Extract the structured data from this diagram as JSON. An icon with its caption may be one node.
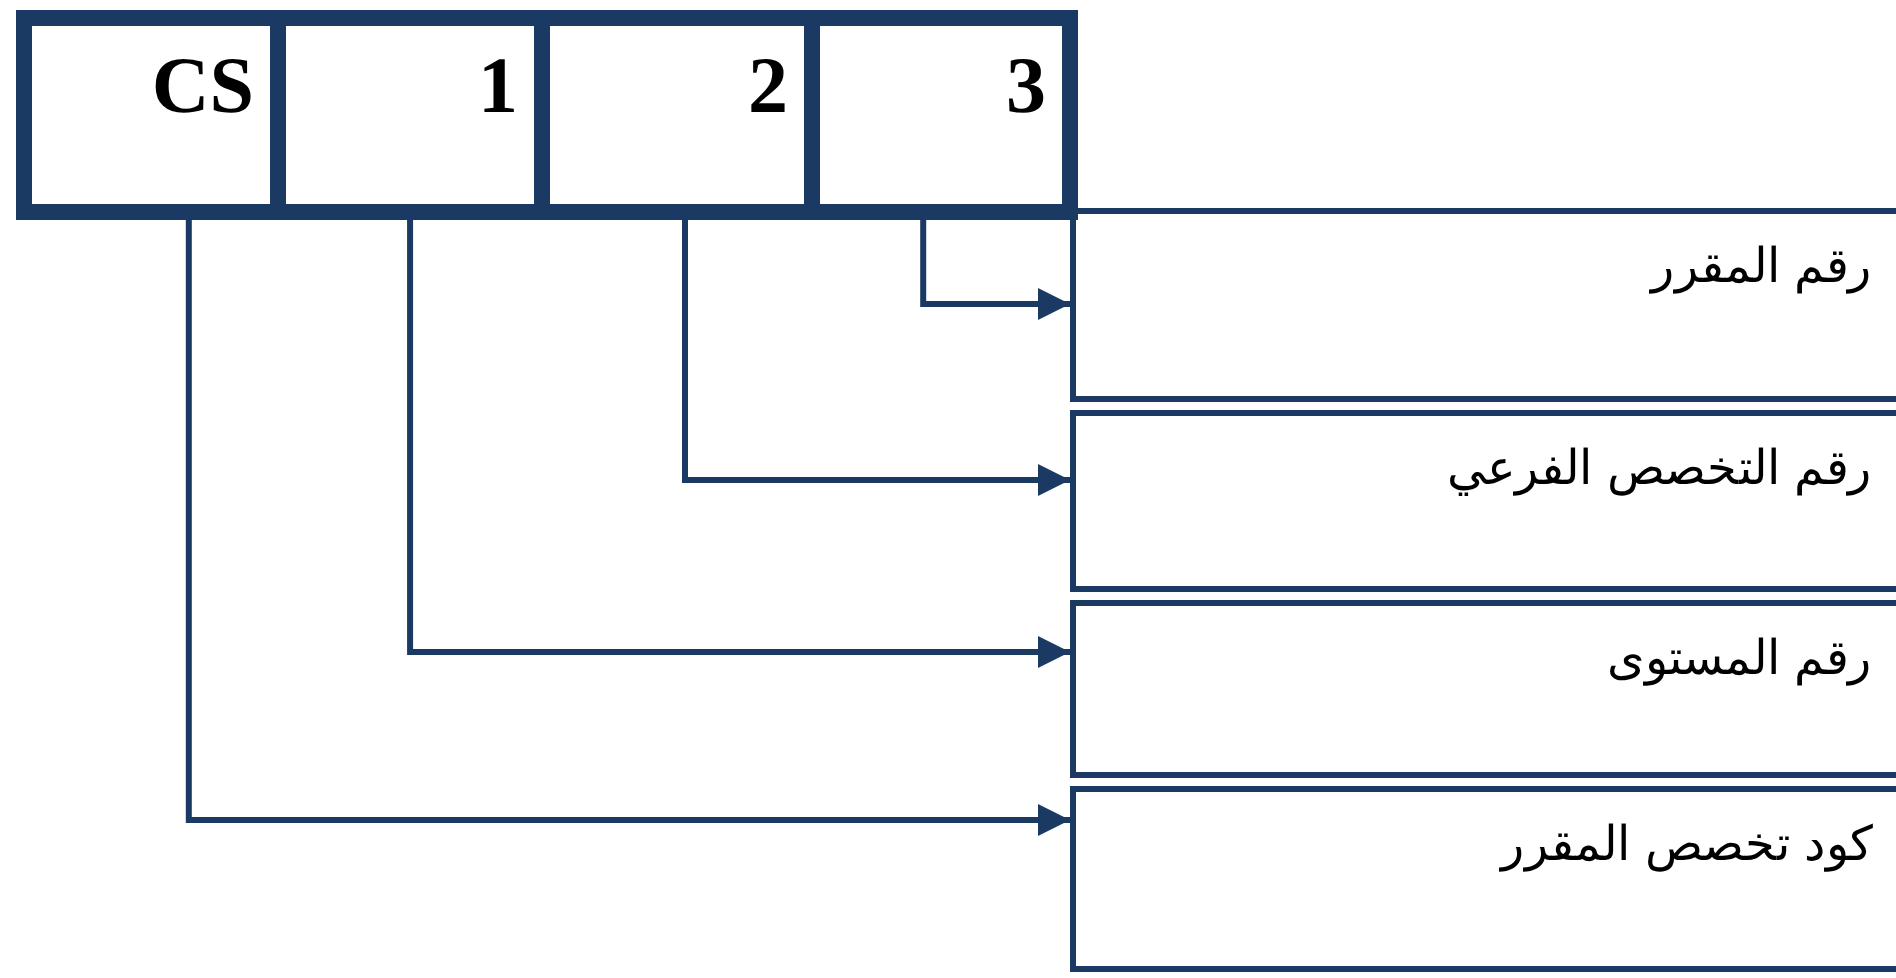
{
  "diagram": {
    "nodes": [
      {
        "text": [
          "CS"
        ]
      },
      {
        "text": [
          "1"
        ]
      },
      {
        "text": [
          "2"
        ]
      },
      {
        "text": [
          "3"
        ]
      },
      {
        "text": [
          "رقم المقرر"
        ]
      },
      {
        "text": [
          "رقم التخصص الفرعي"
        ]
      },
      {
        "text": [
          "رقم المستوى"
        ]
      },
      {
        "text": [
          "كود تخصص المقرر"
        ]
      }
    ],
    "edges": [
      {
        "from": 3,
        "to": 4,
        "arrow": "to"
      },
      {
        "from": 2,
        "to": 5,
        "arrow": "to"
      },
      {
        "from": 1,
        "to": 6,
        "arrow": "to"
      },
      {
        "from": 0,
        "to": 7,
        "arrow": "to"
      }
    ]
  }
}
